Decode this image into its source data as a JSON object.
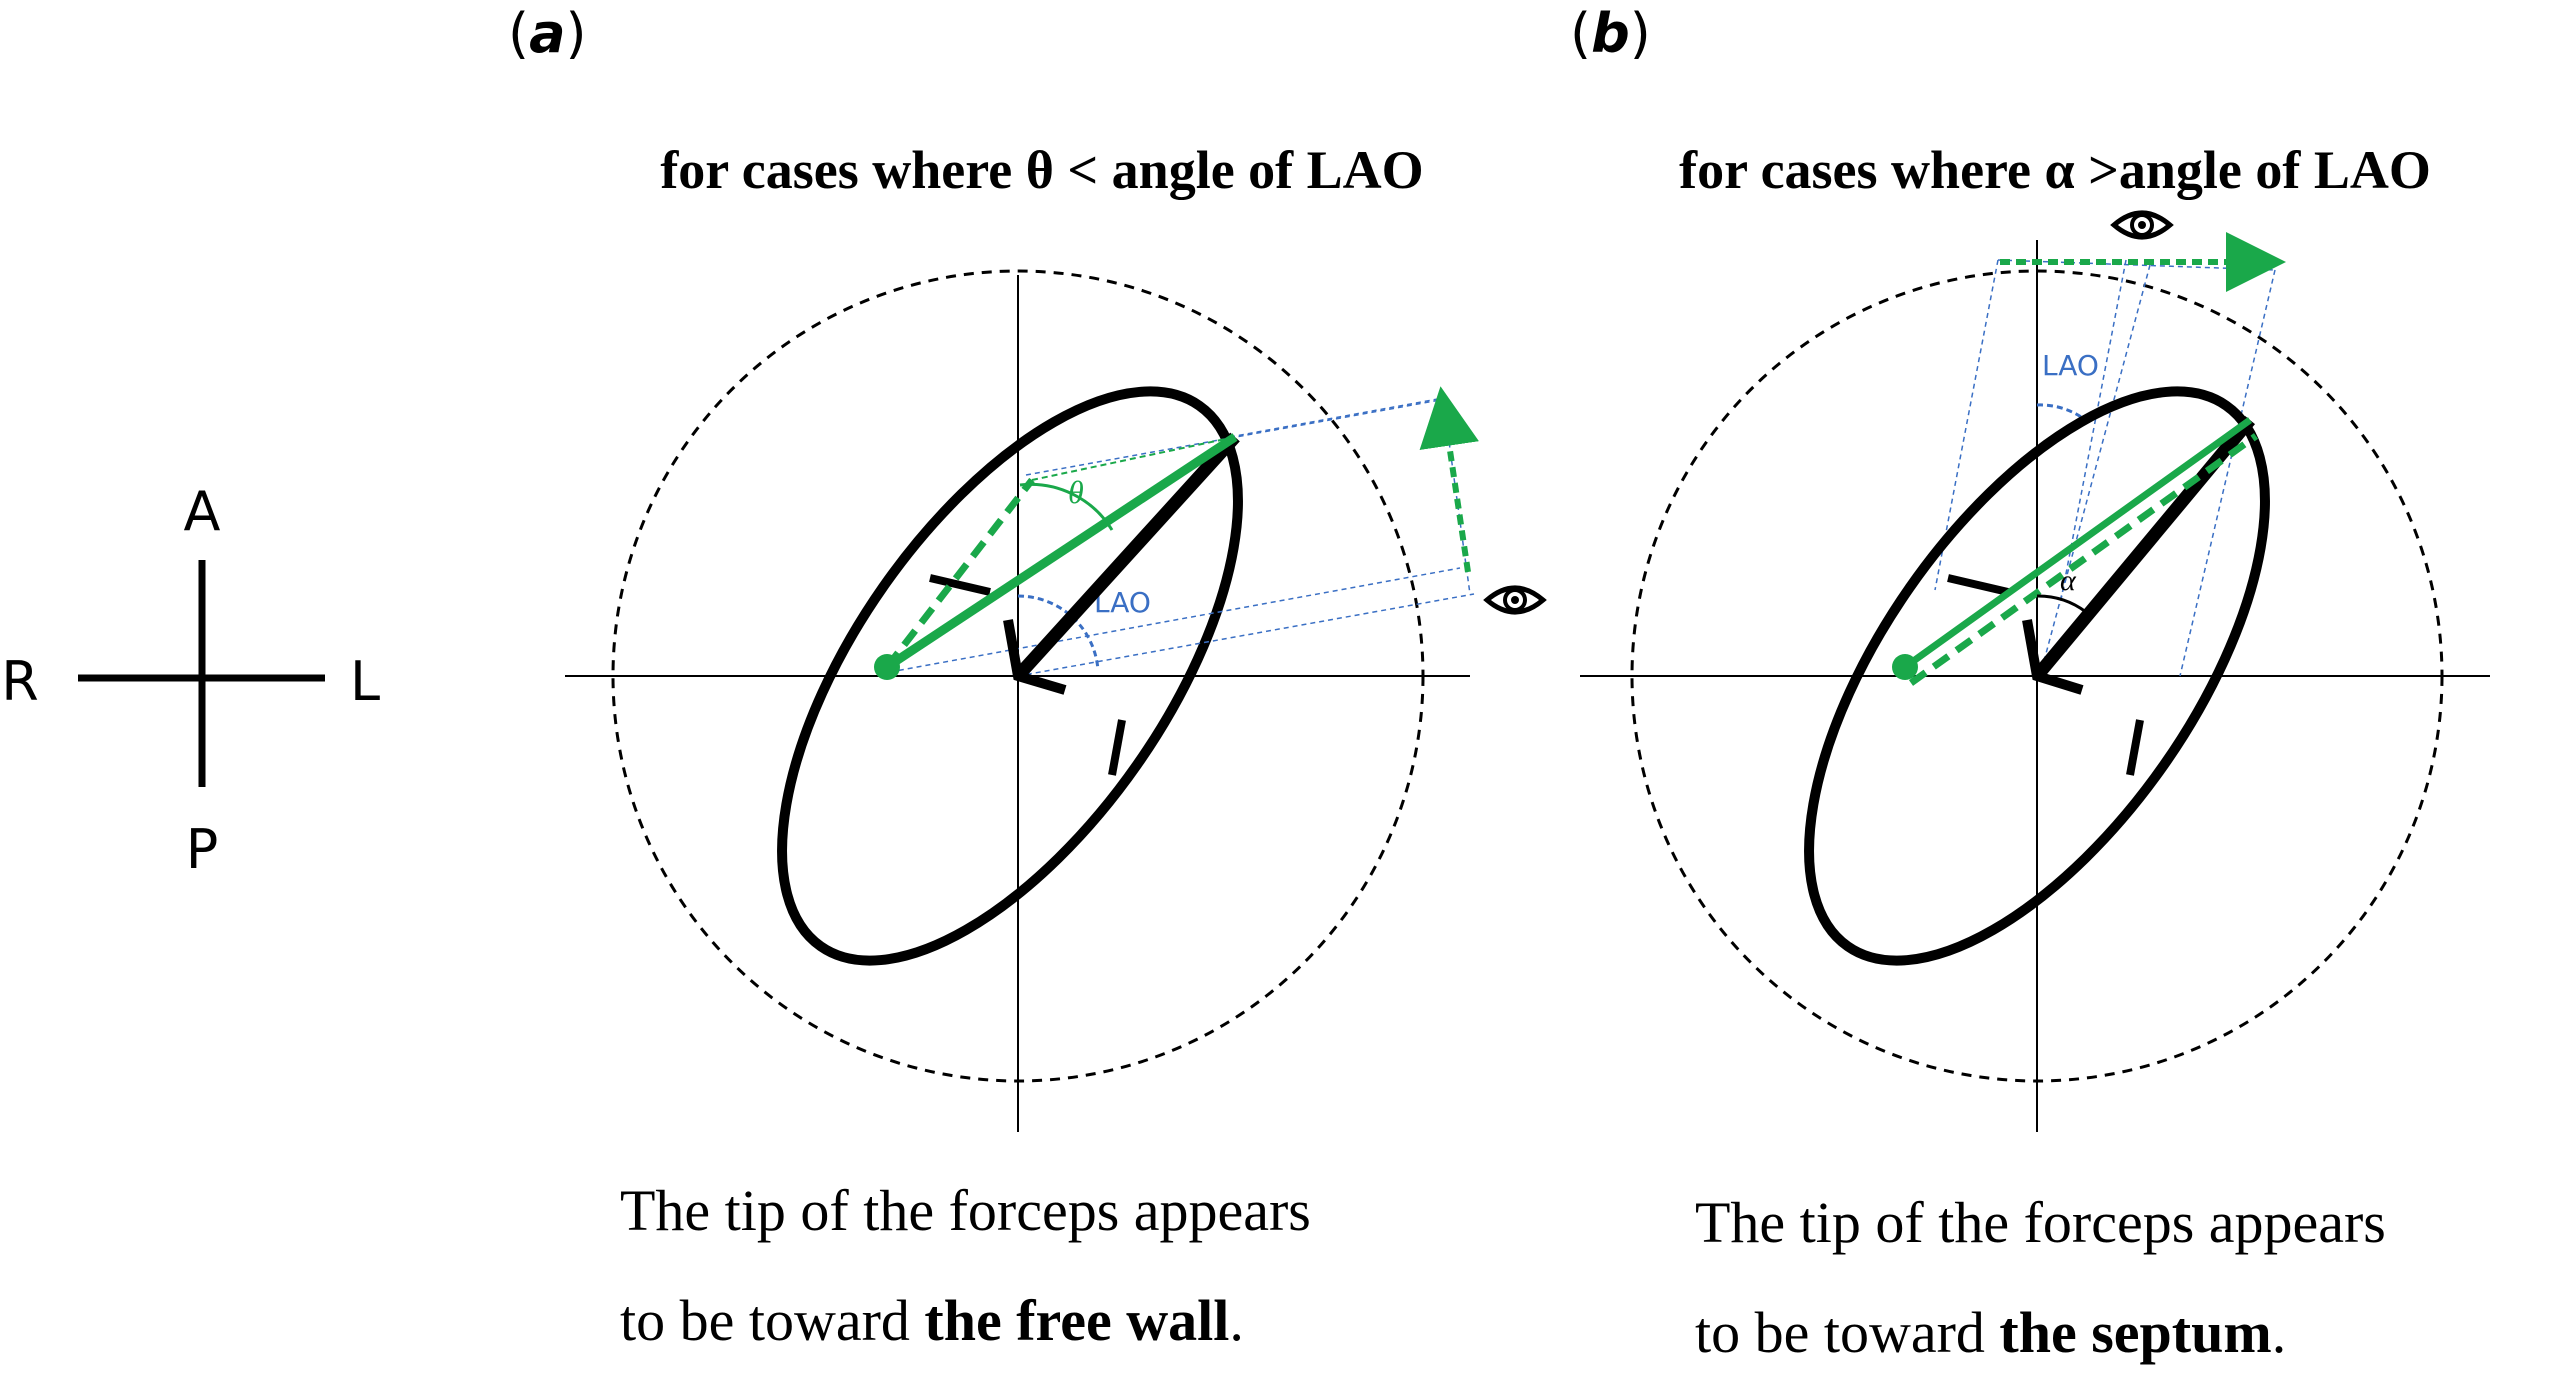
{
  "compass": {
    "anterior": "A",
    "posterior": "P",
    "right": "R",
    "left": "L"
  },
  "panel_a": {
    "label": "a",
    "heading": "for cases where θ < angle of LAO",
    "angle_symbol": "θ",
    "lao_label": "LAO",
    "caption_line1": "The tip of the forceps appears",
    "caption_line2_prefix": "to be toward ",
    "caption_line2_bold": "the free wall",
    "caption_line2_suffix": ".",
    "view_icon": "eye-icon"
  },
  "panel_b": {
    "label": "b",
    "heading": "for cases where α >angle of LAO",
    "angle_symbol": "α",
    "lao_label": "LAO",
    "caption_line1": "The tip of the forceps appears",
    "caption_line2_prefix": "to be toward ",
    "caption_line2_bold": "the septum",
    "caption_line2_suffix": ".",
    "view_icon": "eye-icon"
  },
  "colors": {
    "forceps_green": "#1aa84a",
    "projection_blue": "#3a6fc4",
    "outline_black": "#000000"
  }
}
